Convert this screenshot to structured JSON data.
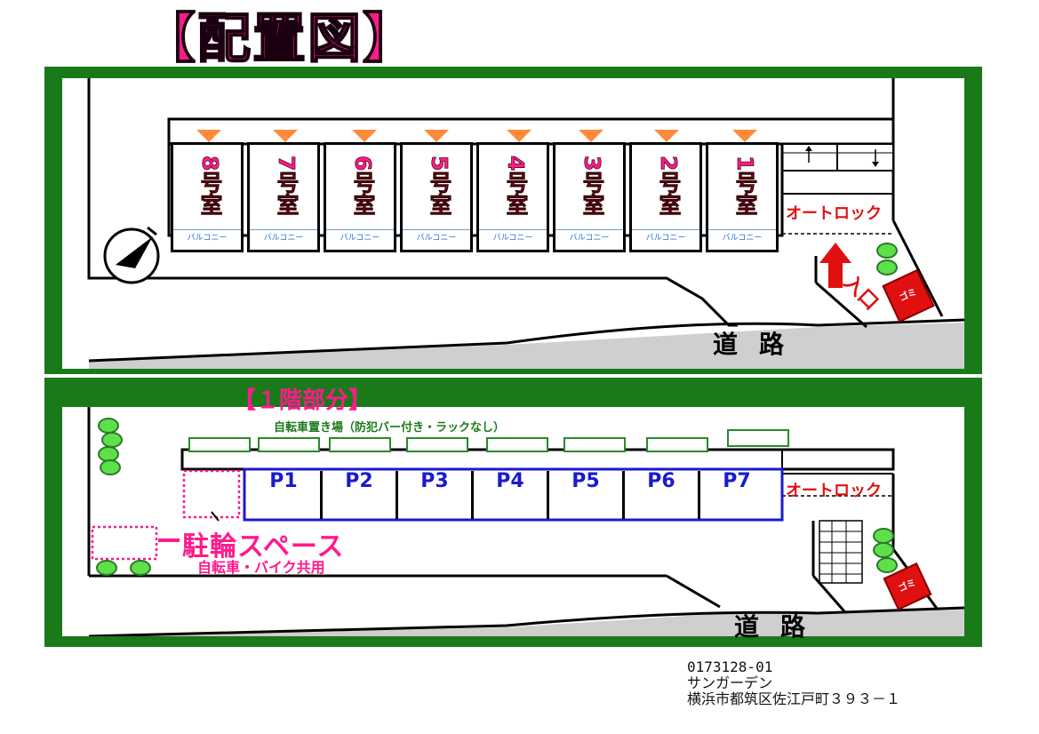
{
  "title": "【配置図】",
  "upper_floor": {
    "rooms": [
      {
        "label": "8号室",
        "balcony": "バルコニー"
      },
      {
        "label": "7号室",
        "balcony": "バルコニー"
      },
      {
        "label": "6号室",
        "balcony": "バルコニー"
      },
      {
        "label": "5号室",
        "balcony": "バルコニー"
      },
      {
        "label": "4号室",
        "balcony": "バルコニー"
      },
      {
        "label": "3号室",
        "balcony": "バルコニー"
      },
      {
        "label": "2号室",
        "balcony": "バルコニー"
      },
      {
        "label": "1号室",
        "balcony": "バルコニー"
      }
    ],
    "autolock": "オートロック",
    "entrance": "入口",
    "garbage": "ゴミ",
    "road": "道路"
  },
  "ground_floor": {
    "heading": "【１階部分】",
    "bike_rack_note": "自転車置き場（防犯バー付き・ラックなし）",
    "parking": [
      "P1",
      "P2",
      "P3",
      "P4",
      "P5",
      "P6",
      "P7"
    ],
    "bike_space": "駐輪スペース",
    "bike_space_note": "自転車・バイク共用",
    "autolock": "オートロック",
    "garbage": "ゴミ",
    "road": "道路"
  },
  "property": {
    "code": "0173128-01",
    "name": "サンガーデン",
    "address": "横浜市都筑区佐江戸町３９３－１"
  },
  "colors": {
    "border_green": "#1a7a1a",
    "pink": "#ff1a8c",
    "blue": "#1a1ad0",
    "red": "#e01010",
    "orange": "#ff8a3c"
  }
}
